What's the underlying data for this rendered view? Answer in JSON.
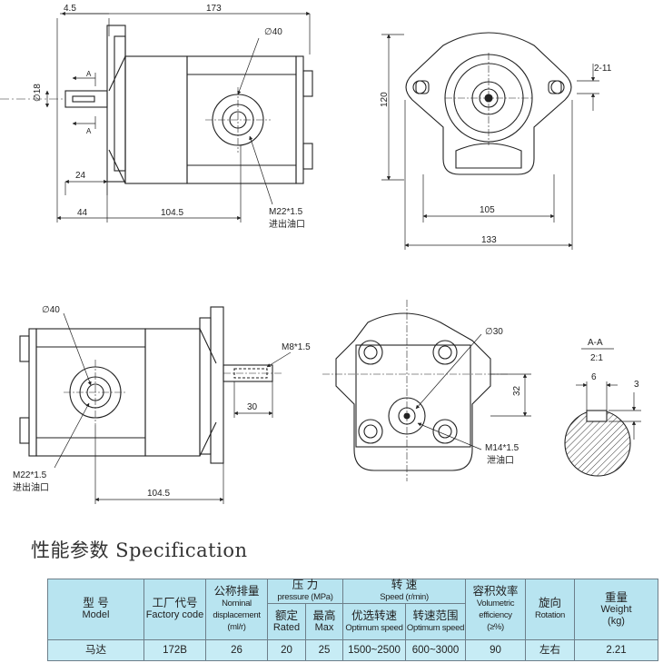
{
  "drawing": {
    "dims_top_left": {
      "d_4_5": "4.5",
      "d_173": "173",
      "d_phi40": "∅40",
      "d_phi18": "∅18",
      "d_24": "24",
      "d_44": "44",
      "d_104_5": "104.5",
      "thread": "M22*1.5",
      "port_label": "进出油口",
      "section_mark": "A"
    },
    "dims_top_right": {
      "d_120": "120",
      "d_2_11": "2-11",
      "d_105": "105",
      "d_133": "133"
    },
    "dims_bottom_left": {
      "d_phi40": "∅40",
      "thread": "M22*1.5",
      "port_label": "进出油口",
      "d_104_5": "104.5",
      "d_m8": "M8*1.5",
      "d_30": "30"
    },
    "dims_bottom_mid": {
      "d_phi30": "∅30",
      "d_32": "32",
      "thread": "M14*1.5",
      "drain_label": "泄油口"
    },
    "section": {
      "title": "A-A",
      "scale": "2:1",
      "d_6": "6",
      "d_3": "3"
    }
  },
  "spec": {
    "title": "性能参数 Specification",
    "headers": {
      "model_cn": "型 号",
      "model_en": "Model",
      "factory_cn": "工厂代号",
      "factory_en": "Factory code",
      "disp_cn": "公称排量",
      "disp_en": "Nominal displacement",
      "disp_unit": "(ml/r)",
      "pressure_cn": "压 力",
      "pressure_en": "pressure (MPa)",
      "rated_cn": "额定",
      "rated_en": "Rated",
      "max_cn": "最高",
      "max_en": "Max",
      "speed_cn": "转 速",
      "speed_en": "Speed (r/min)",
      "opt_cn": "优选转速",
      "opt_en": "Optimum speed",
      "range_cn": "转速范围",
      "range_en": "Optimum speed",
      "vol_cn": "容积效率",
      "vol_en": "Volumetric efficiency",
      "vol_unit": "(≥%)",
      "rot_cn": "旋向",
      "rot_en": "Rotation",
      "weight_cn": "重量",
      "weight_en": "Weight",
      "weight_unit": "(kg)"
    },
    "row": {
      "model": "马达",
      "factory": "172B",
      "displacement": "26",
      "rated": "20",
      "max": "25",
      "opt_speed": "1500~2500",
      "speed_range": "600~3000",
      "vol_eff": "90",
      "rotation": "左右",
      "weight": "2.21"
    }
  }
}
